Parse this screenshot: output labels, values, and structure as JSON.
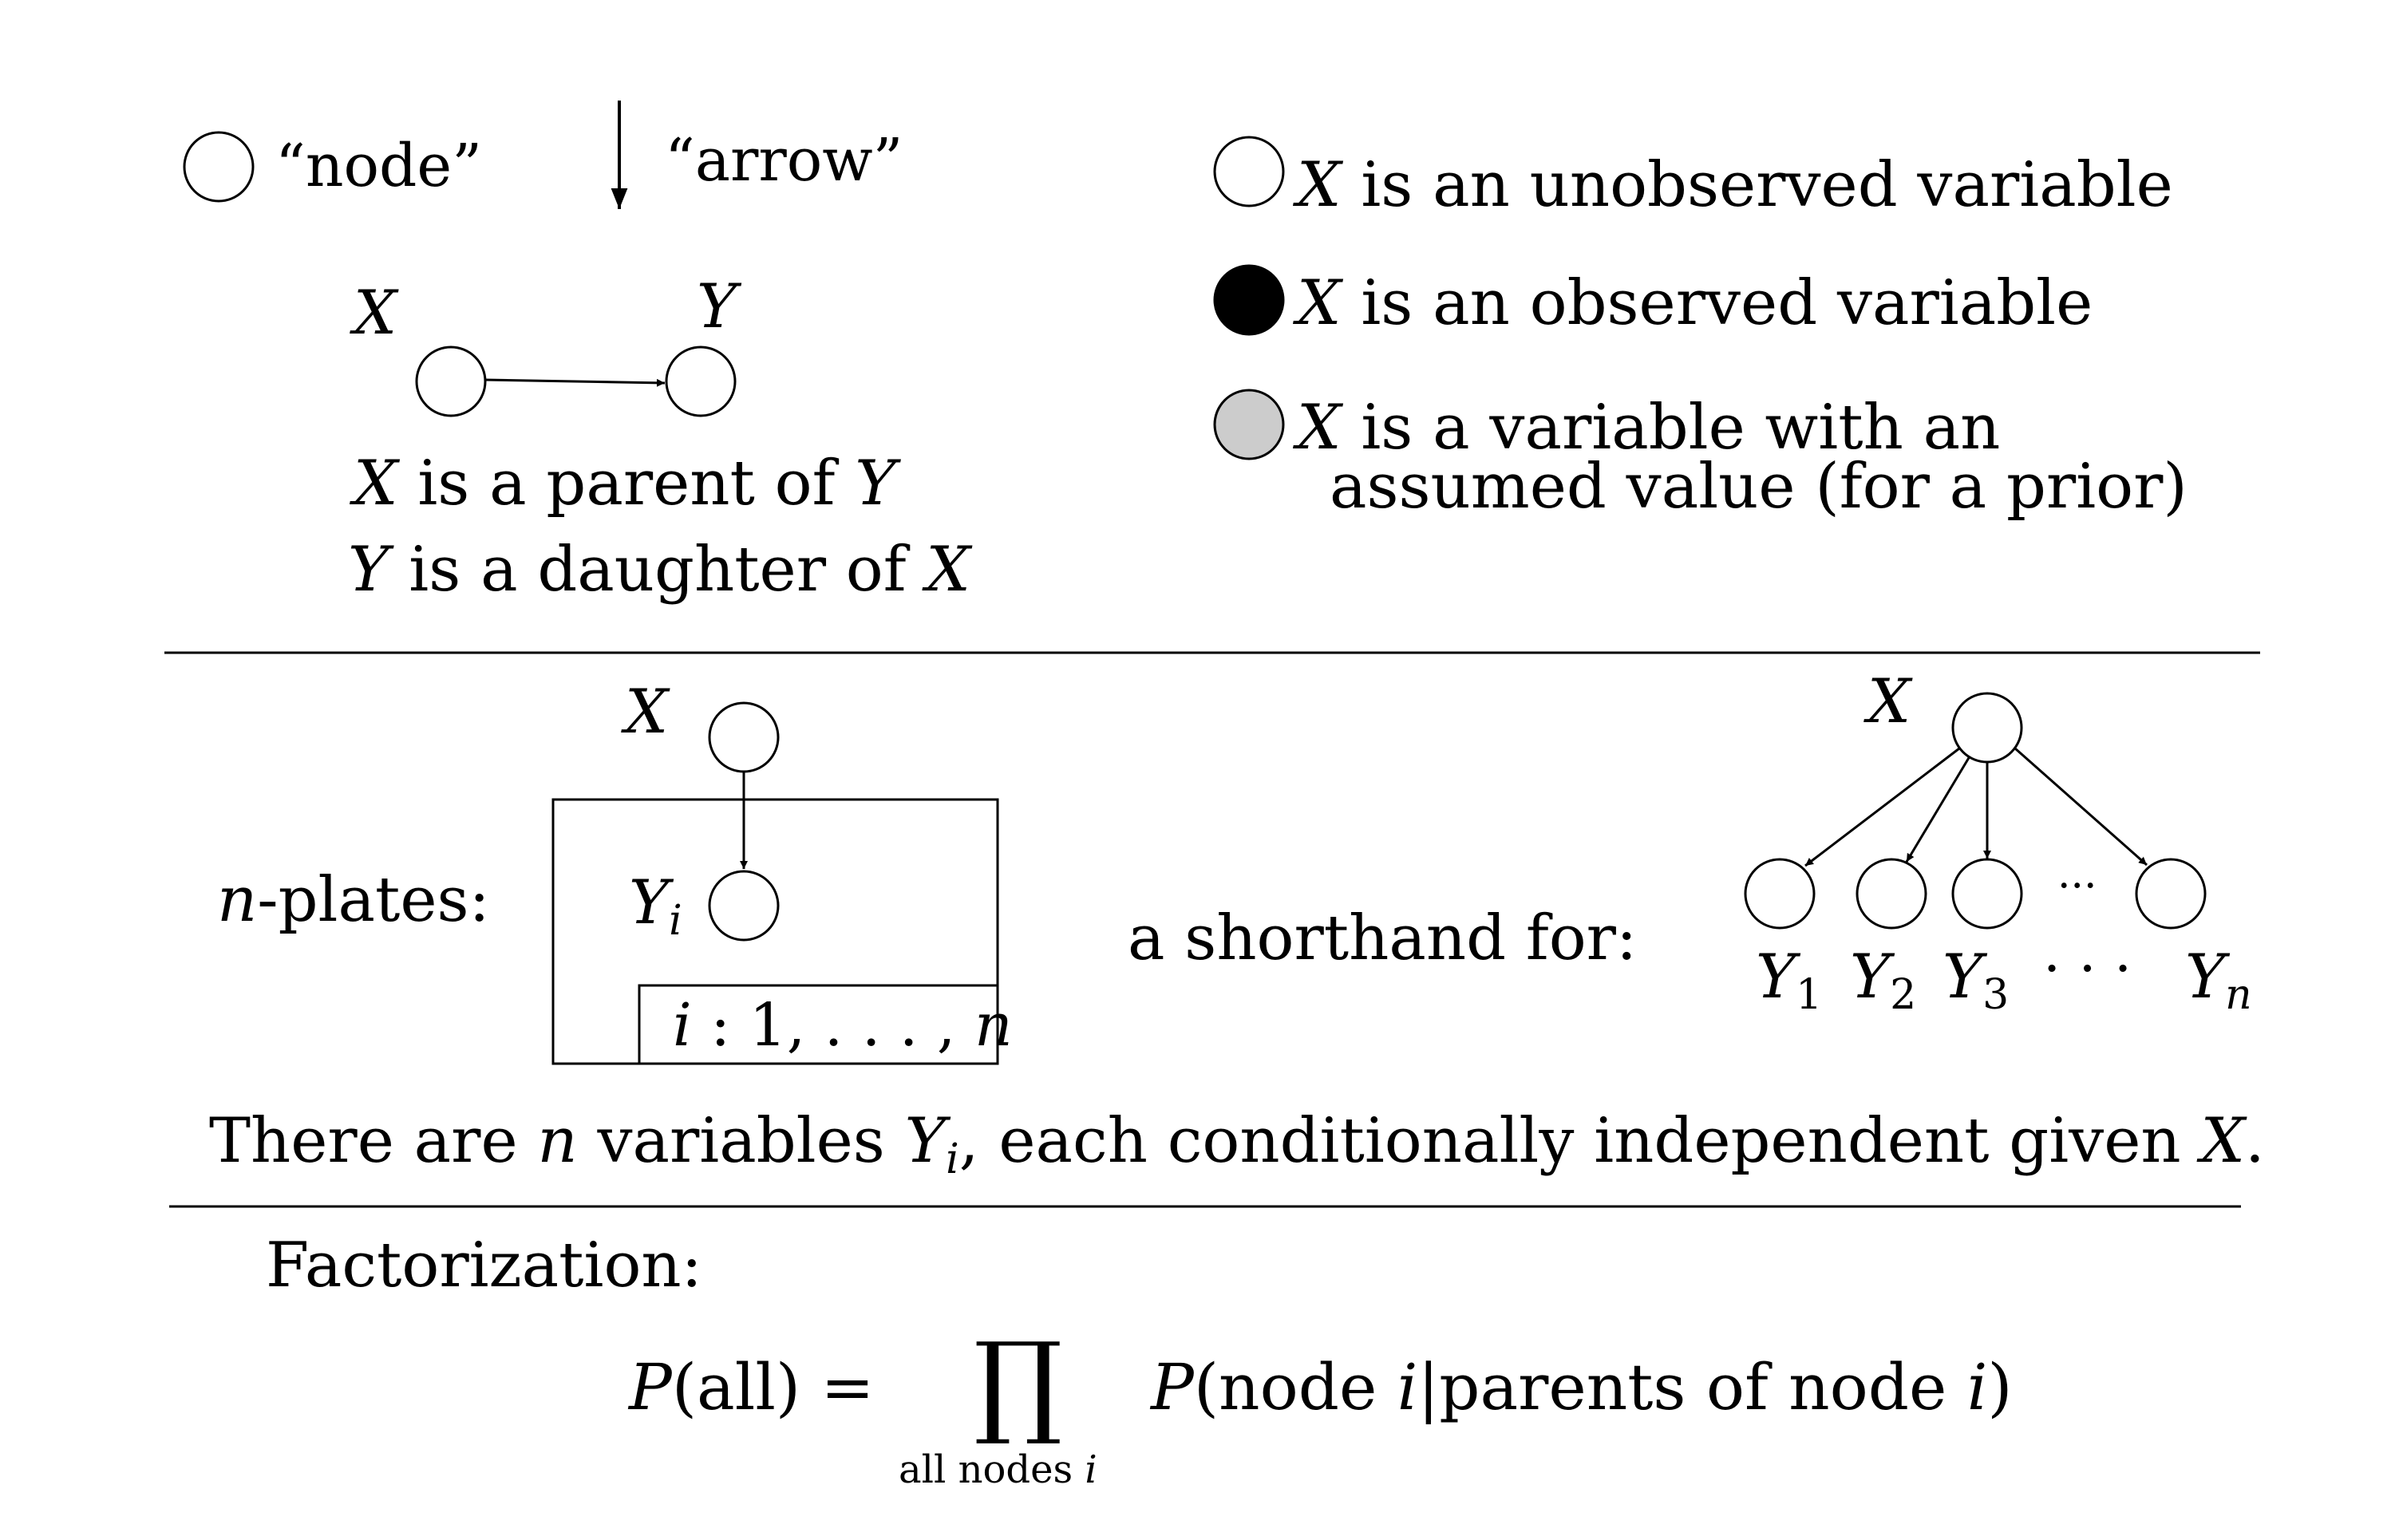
{
  "legend": {
    "node_label": "“node”",
    "arrow_label": "“arrow”"
  },
  "parent_example": {
    "x_label": "X",
    "y_label": "Y",
    "line1_var1": "X",
    "line1_text": " is a parent of ",
    "line1_var2": "Y",
    "line2_var1": "Y",
    "line2_text": " is a daughter of ",
    "line2_var2": "X"
  },
  "node_types": {
    "unobserved_var": "X",
    "unobserved_text": " is an unobserved variable",
    "observed_var": "X",
    "observed_text": " is an observed variable",
    "assumed_var": "X",
    "assumed_text_line1": " is a variable with an",
    "assumed_text_line2": "assumed value (for a prior)",
    "colors": {
      "unobserved": "#ffffff",
      "observed": "#000000",
      "assumed": "#cccccc"
    }
  },
  "plates": {
    "label_var": "n",
    "label_text": "-plates:",
    "x_node": "X",
    "yi_node": "Y",
    "yi_sub": "i",
    "index_var": "i",
    "index_text": " : 1, . . . , ",
    "index_end": "n",
    "shorthand_text": "a shorthand for:",
    "tree_root": "X",
    "tree_leaves": [
      {
        "base": "Y",
        "sub": "1"
      },
      {
        "base": "Y",
        "sub": "2"
      },
      {
        "base": "Y",
        "sub": "3"
      },
      {
        "base": "Y",
        "sub": "n"
      }
    ],
    "tree_dots_top": "···",
    "tree_dots_bottom": "· · ·"
  },
  "independence": {
    "p1": "There are ",
    "v1": "n",
    "p2": " variables ",
    "v2": "Y",
    "v2_sub": "i",
    "p3": ", each conditionally independent given ",
    "v3": "X",
    "p4": "."
  },
  "factorization": {
    "heading": "Factorization:",
    "lhs_p": "P",
    "lhs_rest": "(all) =",
    "product_symbol": "∏",
    "product_sub_text": "all nodes ",
    "product_sub_var": "i",
    "rhs_p": "P",
    "rhs_open": "(node ",
    "rhs_var1": "i",
    "rhs_mid": "|parents of node ",
    "rhs_var2": "i",
    "rhs_close": ")"
  }
}
